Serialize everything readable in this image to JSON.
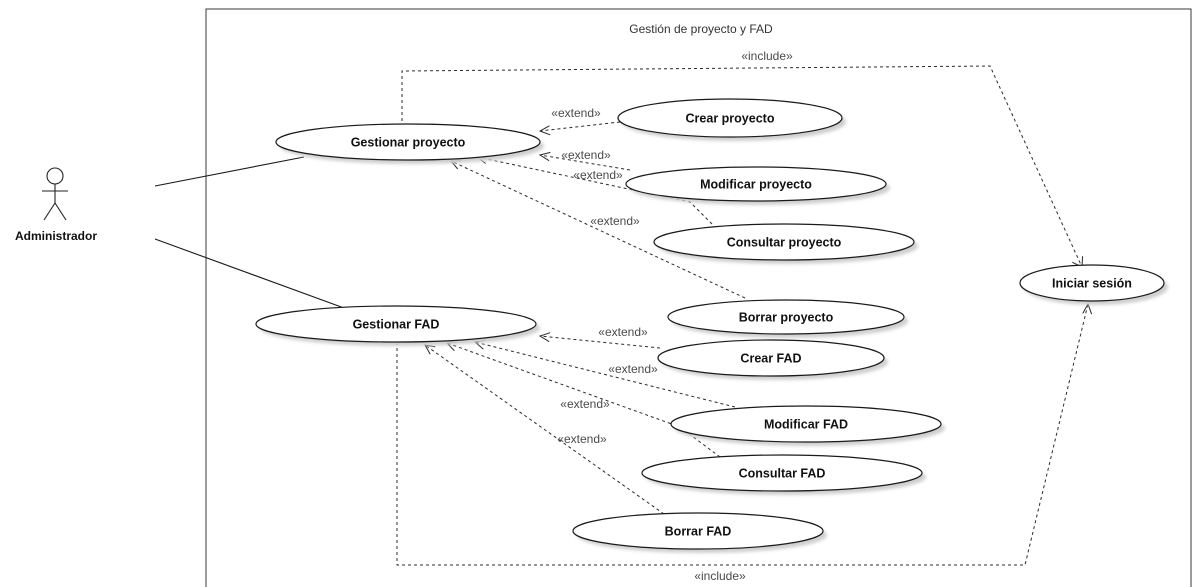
{
  "boundary": {
    "title": "Gestión de proyecto y FAD"
  },
  "actor": {
    "name": "Administrador"
  },
  "use_cases": {
    "gestionar_proyecto": "Gestionar proyecto",
    "gestionar_fad": "Gestionar FAD",
    "crear_proyecto": "Crear proyecto",
    "modificar_proyecto": "Modificar proyecto",
    "consultar_proyecto": "Consultar proyecto",
    "borrar_proyecto": "Borrar proyecto",
    "crear_fad": "Crear FAD",
    "modificar_fad": "Modificar FAD",
    "consultar_fad": "Consultar FAD",
    "borrar_fad": "Borrar FAD",
    "iniciar_sesion": "Iniciar sesión"
  },
  "stereotypes": {
    "include": "«include»",
    "extend": "«extend»"
  }
}
